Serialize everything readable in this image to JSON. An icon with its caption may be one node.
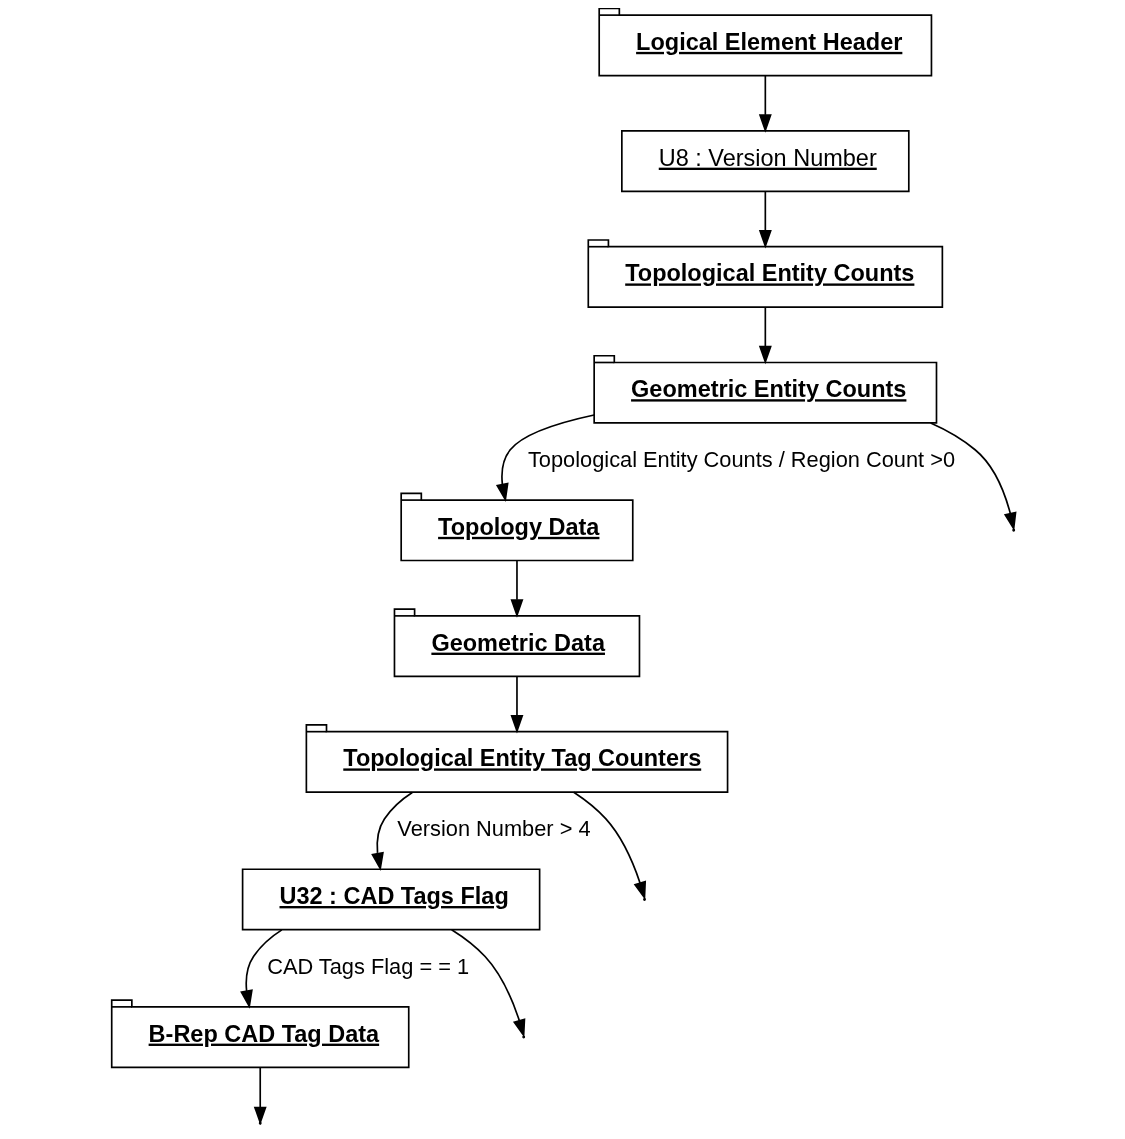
{
  "diagram": {
    "nodes": [
      {
        "text": [
          "Logical Element Header"
        ]
      },
      {
        "text": [
          "U8 : Version Number"
        ]
      },
      {
        "text": [
          "Topological Entity Counts"
        ]
      },
      {
        "text": [
          "Geometric Entity Counts"
        ]
      },
      {
        "text": [
          "Topology Data"
        ]
      },
      {
        "text": [
          "Geometric Data"
        ]
      },
      {
        "text": [
          "Topological Entity Tag Counters"
        ]
      },
      {
        "text": [
          "U32 : CAD Tags Flag"
        ]
      },
      {
        "text": [
          "B-Rep CAD Tag Data"
        ]
      }
    ],
    "edges": [
      {
        "from": 0,
        "to": 1,
        "arrow": "to"
      },
      {
        "from": 1,
        "to": 2,
        "arrow": "to"
      },
      {
        "from": 2,
        "to": 3,
        "arrow": "to"
      },
      {
        "from": 3,
        "to": 4,
        "arrow": "to",
        "label": "Topological Entity Counts / Region Count >0"
      },
      {
        "from": 4,
        "to": 5,
        "arrow": "to"
      },
      {
        "from": 5,
        "to": 6,
        "arrow": "to"
      },
      {
        "from": 6,
        "to": 7,
        "arrow": "to",
        "label": "Version Number > 4"
      },
      {
        "from": 7,
        "to": 8,
        "arrow": "to",
        "label": "CAD Tags Flag = = 1"
      },
      {
        "from": 8,
        "to": null,
        "arrow": "to"
      },
      {
        "from": 7,
        "to": null,
        "arrow": "to"
      },
      {
        "from": 6,
        "to": null,
        "arrow": "to"
      },
      {
        "from": 3,
        "to": null,
        "arrow": "to"
      }
    ]
  }
}
